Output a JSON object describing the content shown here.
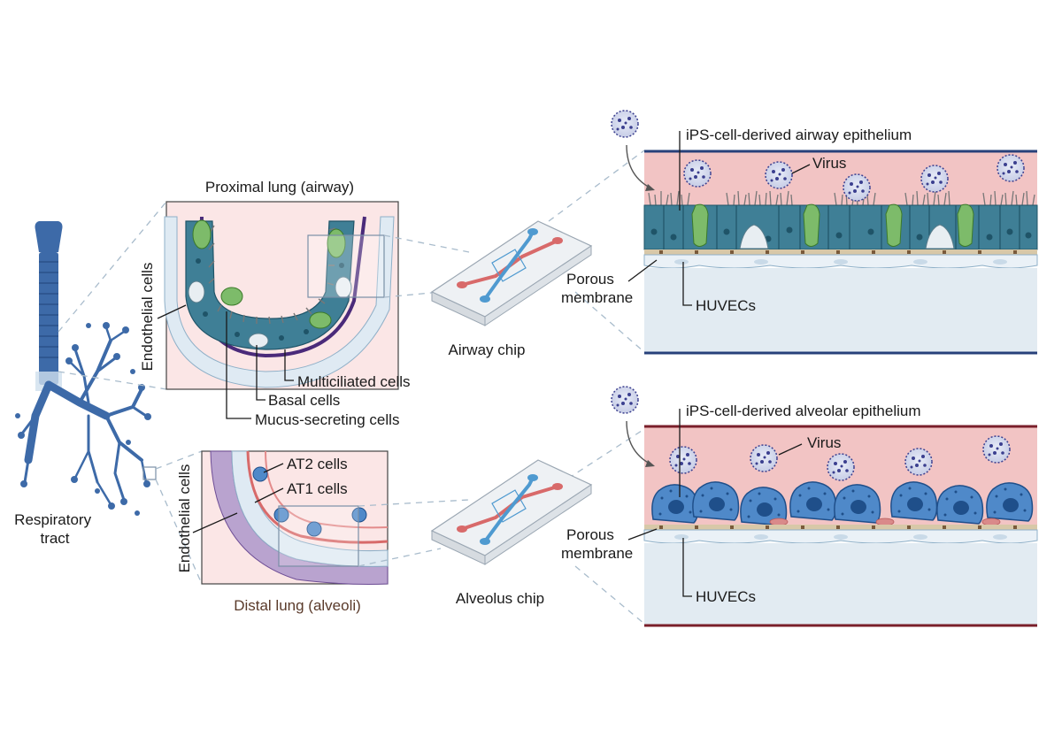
{
  "labels": {
    "respiratory_tract": [
      "Respiratory",
      "tract"
    ],
    "proximal_title": "Proximal lung (airway)",
    "distal_title": "Distal lung (alveoli)",
    "endothelial_cells": "Endothelial cells",
    "multiciliated_cells": "Multiciliated cells",
    "basal_cells": "Basal cells",
    "mucus_secreting_cells": "Mucus-secreting cells",
    "at2_cells": "AT2 cells",
    "at1_cells": "AT1 cells",
    "airway_chip": "Airway chip",
    "alveolus_chip": "Alveolus chip",
    "airway_epithelium": "iPS-cell-derived airway epithelium",
    "alveolar_epithelium": "iPS-cell-derived alveolar epithelium",
    "virus": "Virus",
    "porous_membrane": [
      "Porous",
      "membrane"
    ],
    "huvecs": "HUVECs"
  },
  "colors": {
    "trachea_blue": "#3d6aa8",
    "lumen_pink": "#f2c4c4",
    "airway_cell_teal": "#3f7f96",
    "goblet_green": "#7dbb6a",
    "alveolar_cell_blue": "#4f89c9",
    "endothelium_lightblue": "#dfeaf3",
    "airway_chip_border": "#27407a",
    "alveolus_chip_border": "#7a1f2a",
    "virus_purple": "#3b3f8f"
  }
}
